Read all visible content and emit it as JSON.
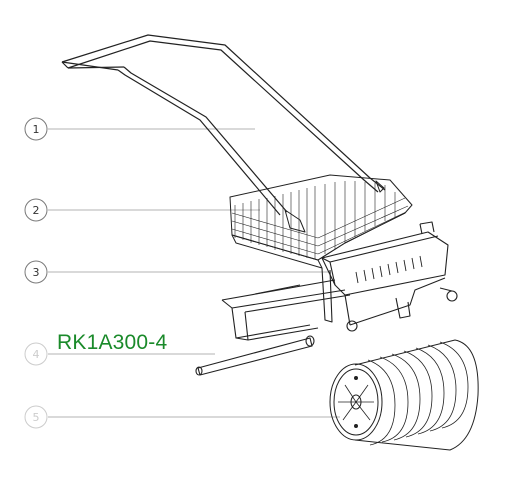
{
  "callouts": [
    {
      "label": "1"
    },
    {
      "label": "2"
    },
    {
      "label": "3"
    },
    {
      "label": "4"
    },
    {
      "label": "5"
    }
  ],
  "part_code": "RK1A300-4",
  "colors": {
    "line": "#222222",
    "leader": "#9a9a9a",
    "callout_circle": "#7a7a7a",
    "part_code_green": "#1a8a2a",
    "faded_callout": "#cccccc"
  }
}
